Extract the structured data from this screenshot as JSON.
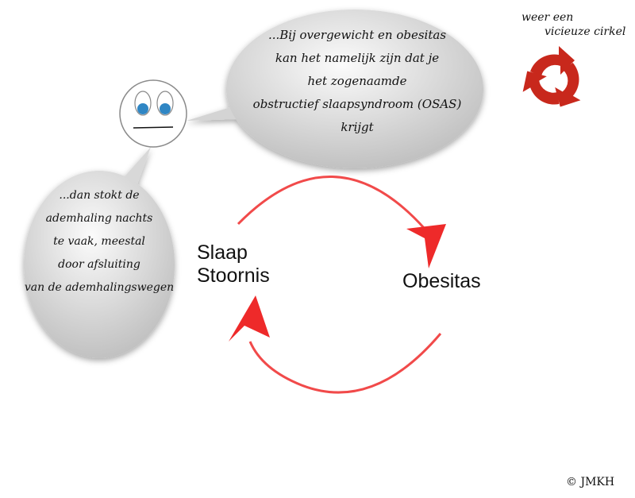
{
  "speech_bubbles": {
    "top": {
      "lines": [
        "...Bij overgewicht en obesitas",
        "kan het namelijk zijn dat je",
        "het zogenaamde",
        "obstructief slaapsyndroom (OSAS)",
        "krijgt"
      ]
    },
    "left": {
      "lines": [
        "...dan stokt de",
        "ademhaling nachts",
        "te vaak, meestal",
        "door afsluiting",
        "van de ademhalingswegen"
      ]
    }
  },
  "nodes": {
    "sleep_disorder": [
      "Slaap",
      "Stoornis"
    ],
    "obesity": "Obesitas"
  },
  "vicious_circle": {
    "line1": "weer een",
    "line2": "vicieuze cirkel"
  },
  "copyright": "© JMKH",
  "colors": {
    "arrow": "#ee2a2a",
    "recycle": "#c8281c",
    "eye": "#2f86c4"
  }
}
